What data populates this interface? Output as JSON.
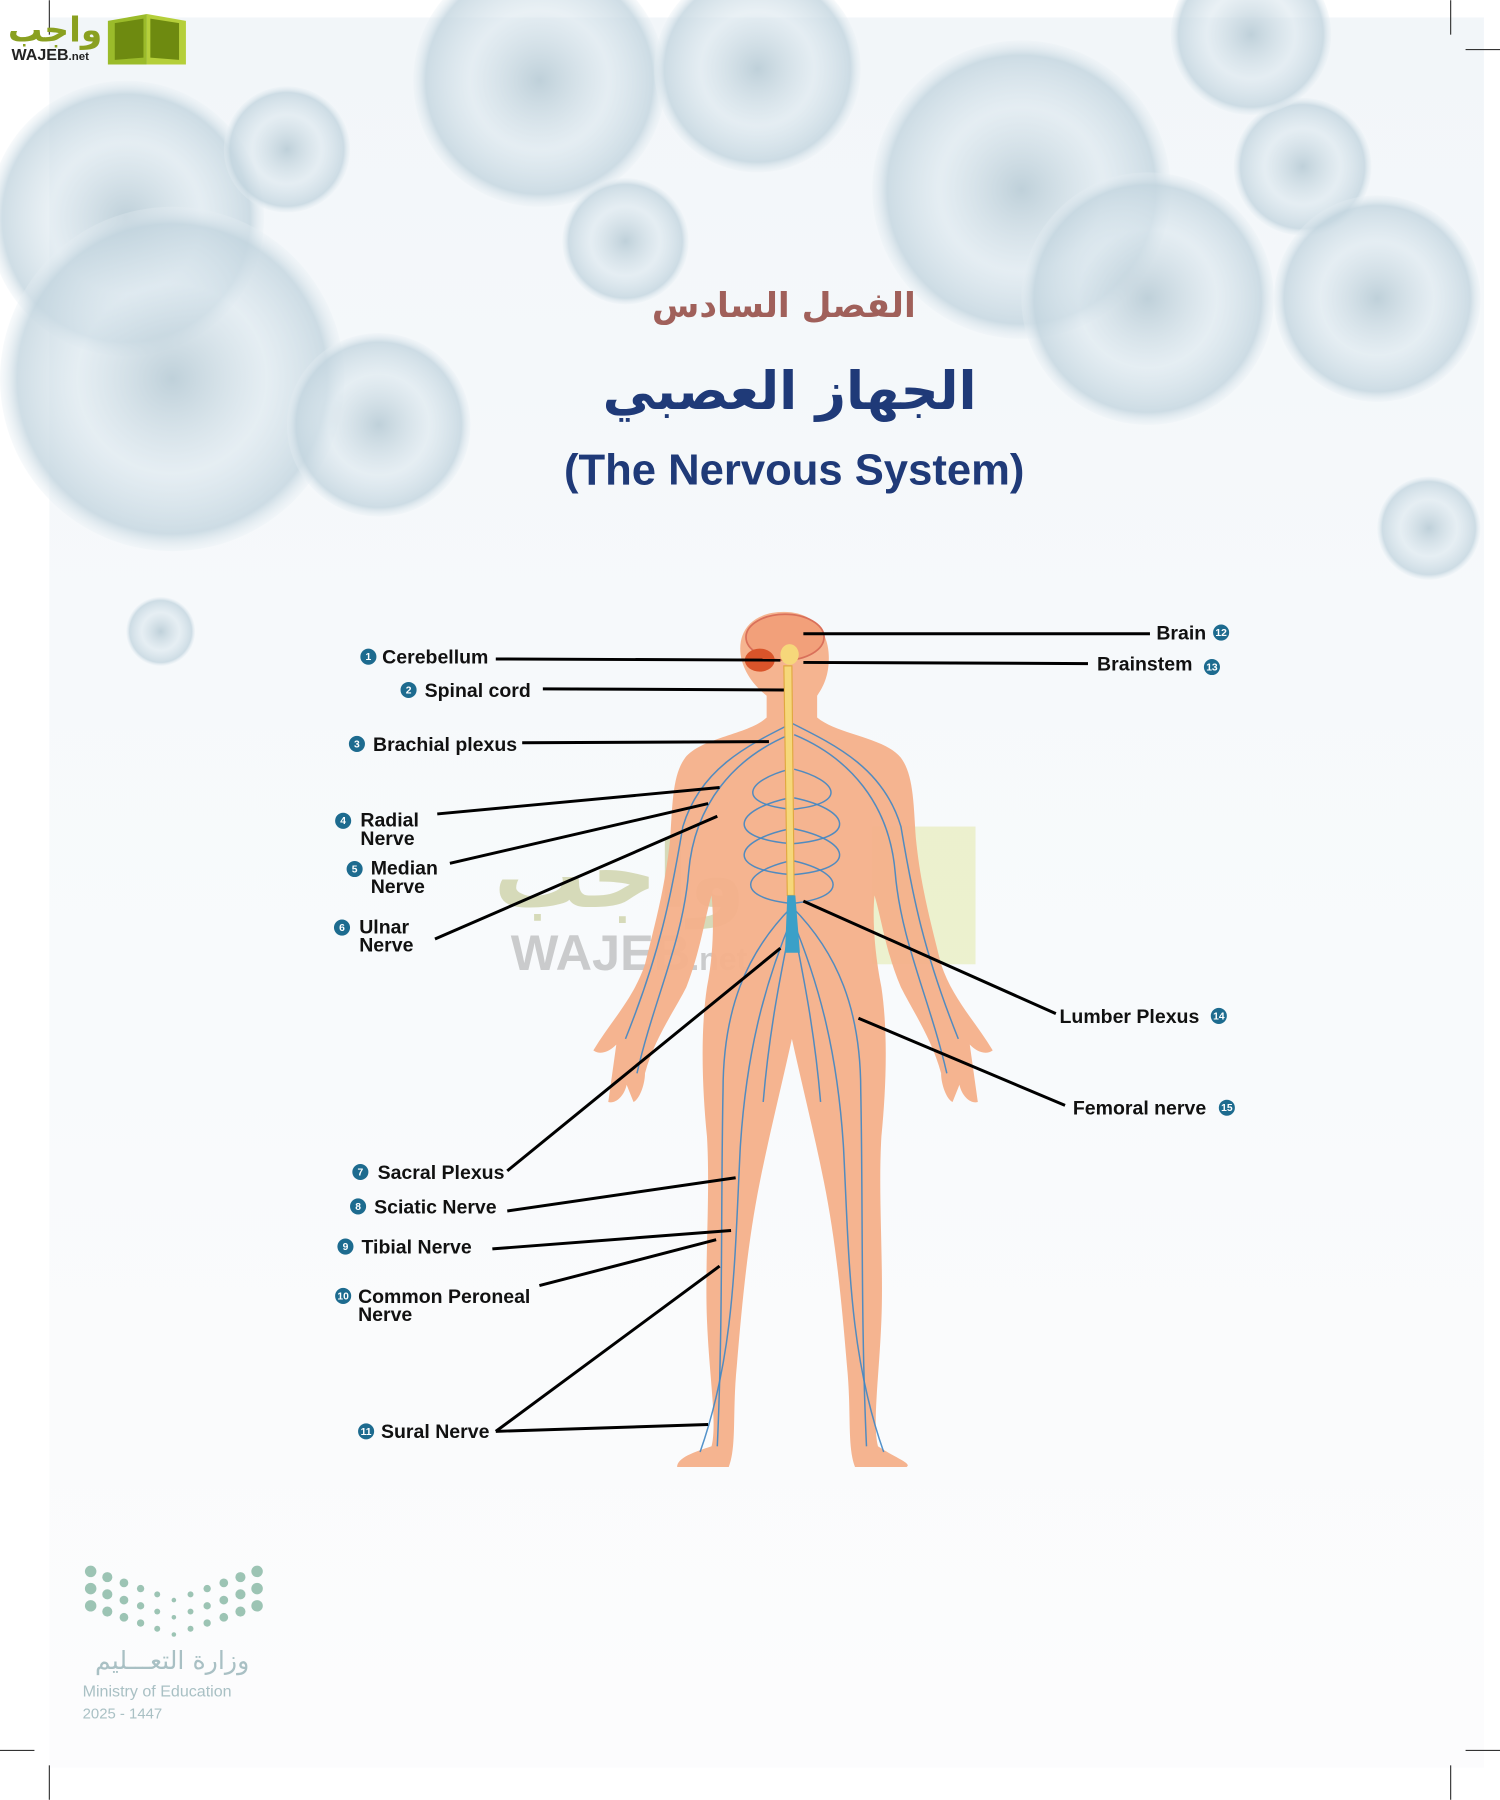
{
  "site_logo": {
    "arabic": "واجب",
    "latin": "WAJEB",
    "suffix": ".net"
  },
  "chapter": "الفصل السادس",
  "title_ar": "الجهاز العصبي",
  "title_en": "(The Nervous System)",
  "colors": {
    "chapter": "#a0605a",
    "title": "#1f3a78",
    "badge": "#1d6b8f",
    "skin": "#f4b08a",
    "nerve": "#3f86c4",
    "spinal_cord": "#f6d77a"
  },
  "labels_left": [
    {
      "num": "1",
      "lines": [
        "Cerebellum"
      ]
    },
    {
      "num": "2",
      "lines": [
        "Spinal cord"
      ]
    },
    {
      "num": "3",
      "lines": [
        "Brachial plexus"
      ]
    },
    {
      "num": "4",
      "lines": [
        "Radial",
        "Nerve"
      ]
    },
    {
      "num": "5",
      "lines": [
        "Median",
        "Nerve"
      ]
    },
    {
      "num": "6",
      "lines": [
        "Ulnar",
        "Nerve"
      ]
    },
    {
      "num": "7",
      "lines": [
        "Sacral Plexus"
      ]
    },
    {
      "num": "8",
      "lines": [
        "Sciatic Nerve"
      ]
    },
    {
      "num": "9",
      "lines": [
        "Tibial Nerve"
      ]
    },
    {
      "num": "10",
      "lines": [
        "Common Peroneal",
        "Nerve"
      ]
    },
    {
      "num": "11",
      "lines": [
        "Sural Nerve"
      ]
    }
  ],
  "labels_right": [
    {
      "num": "12",
      "lines": [
        "Brain"
      ]
    },
    {
      "num": "13",
      "lines": [
        "Brainstem"
      ]
    },
    {
      "num": "14",
      "lines": [
        "Lumber Plexus"
      ]
    },
    {
      "num": "15",
      "lines": [
        "Femoral nerve"
      ]
    }
  ],
  "ministry": {
    "arabic": "وزارة التعـــليم",
    "english": "Ministry of Education",
    "year": "2025 - 1447"
  }
}
